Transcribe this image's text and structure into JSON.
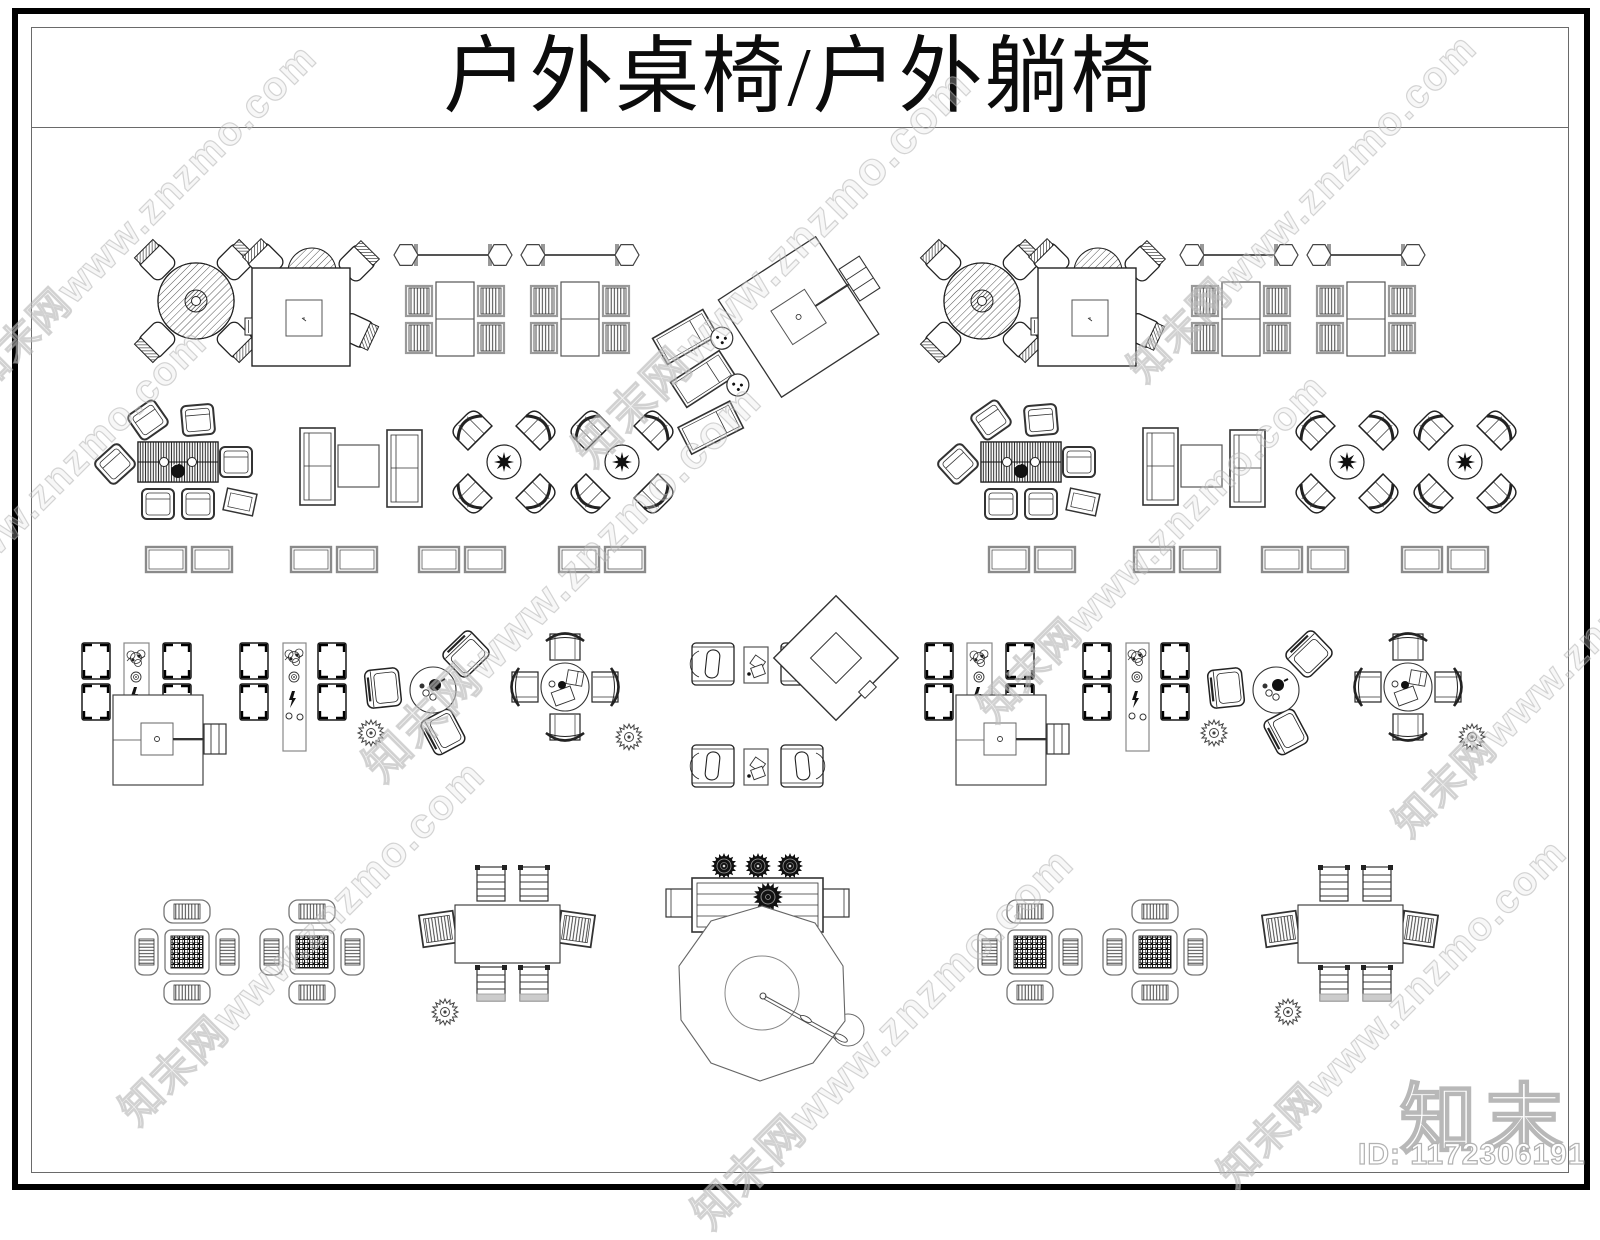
{
  "page": {
    "title": "户外桌椅/户外躺椅"
  },
  "watermark": {
    "text": "知末网www.znzmo.com",
    "color": "#c9c9c9"
  },
  "branding": {
    "logo_text": "知末",
    "id_label": "ID: 1172306191"
  },
  "colors": {
    "line": "#222222",
    "line_light": "#8a8a8a",
    "frame": "#000000",
    "watermark_stroke": "#b5b5b5",
    "background": "#ffffff"
  }
}
